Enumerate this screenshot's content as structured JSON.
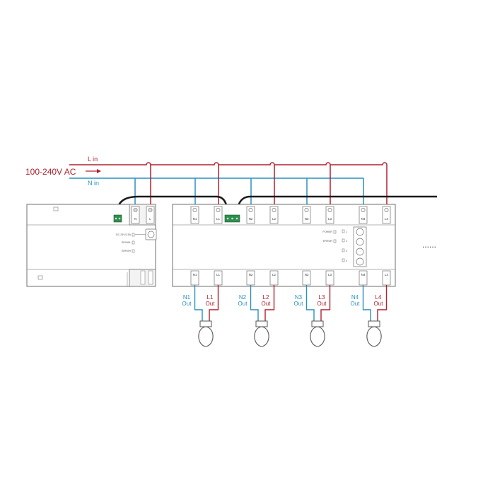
{
  "colors": {
    "live": "#b1202d",
    "neutral": "#2b8fc0",
    "bus": "#1a1a1a",
    "module_stroke": "#6f6f6f",
    "module_fill": "#ffffff",
    "connector": "#2f8f4e"
  },
  "supply": {
    "voltage_label": "100-240V AC",
    "live_label": "L in",
    "neutral_label": "N in"
  },
  "power_module": {
    "terminals": [
      "N",
      "L"
    ],
    "indicators": [
      "DC 24V/2.5A",
      "SIGNAL",
      "ERROR"
    ]
  },
  "relay_module": {
    "top_terminals": [
      "N1",
      "L1",
      "N2",
      "L2",
      "N3",
      "L3",
      "N4",
      "L4"
    ],
    "indicators": [
      "POWER",
      "ERROR"
    ],
    "channel_leds": [
      "1",
      "2",
      "3",
      "4"
    ]
  },
  "outputs": [
    {
      "n_label": "N1",
      "l_label": "L1",
      "out_label": "Out"
    },
    {
      "n_label": "N2",
      "l_label": "L2",
      "out_label": "Out"
    },
    {
      "n_label": "N3",
      "l_label": "L3",
      "out_label": "Out"
    },
    {
      "n_label": "N4",
      "l_label": "L4",
      "out_label": "Out"
    }
  ],
  "continuation": "......"
}
